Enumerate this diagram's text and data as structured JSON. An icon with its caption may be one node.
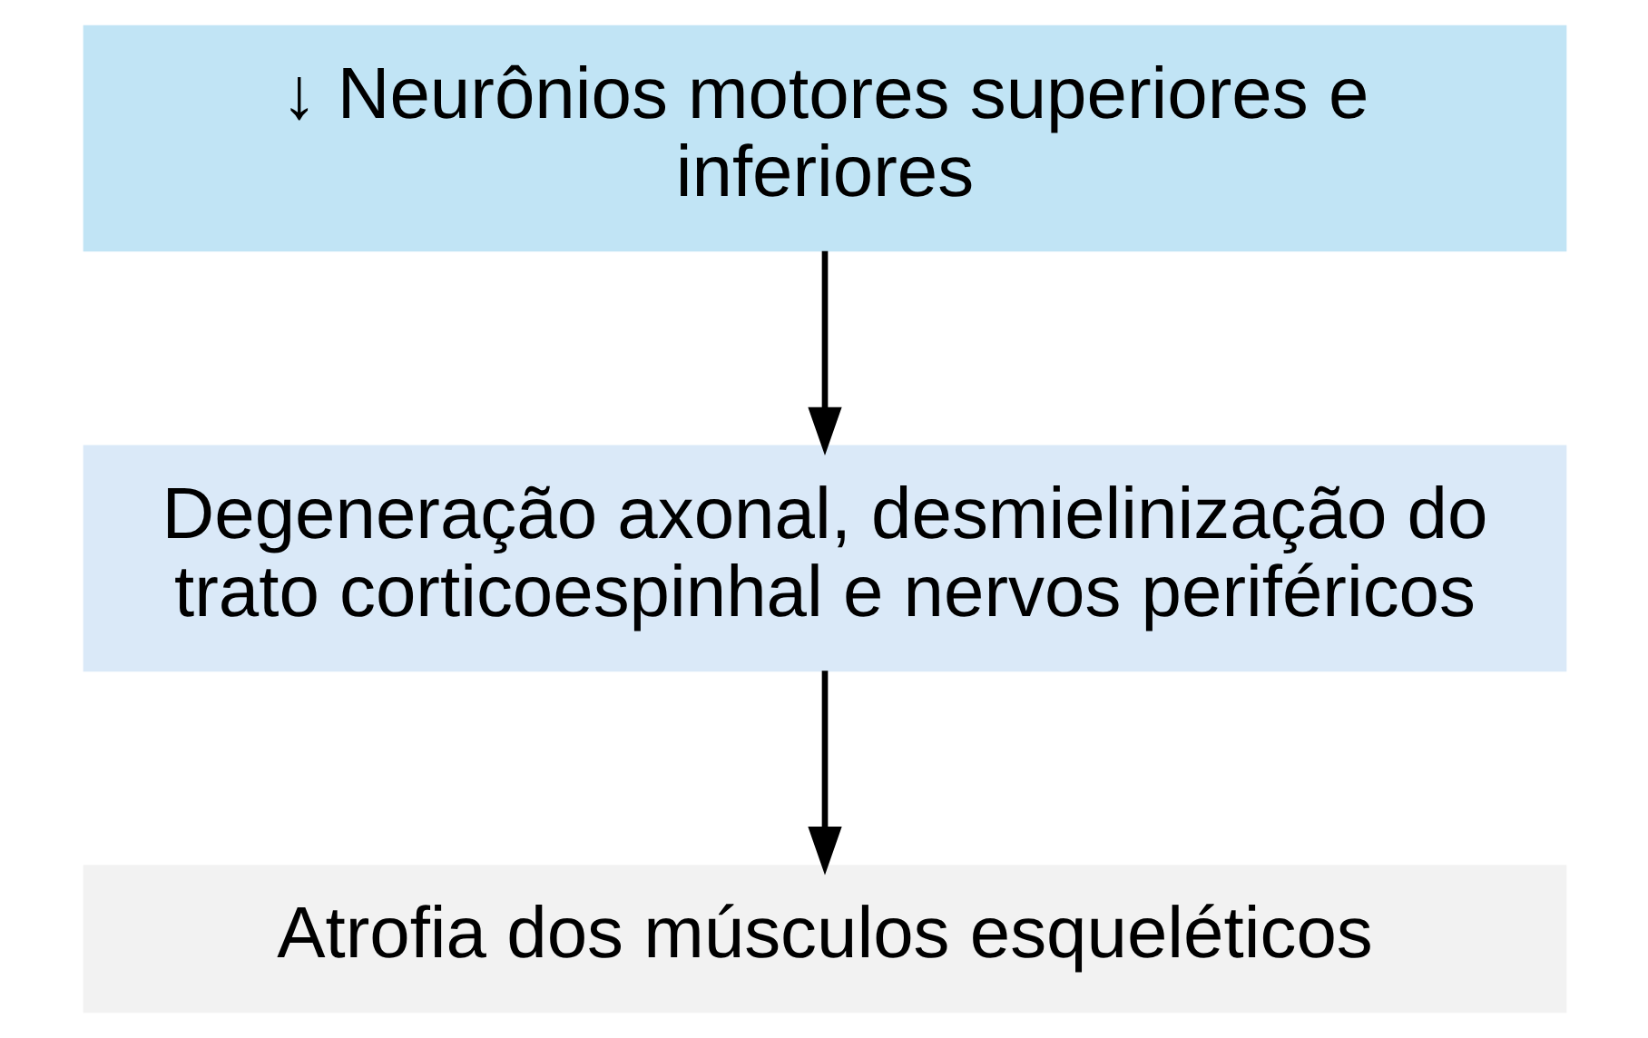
{
  "diagram": {
    "nodes": [
      {
        "text": [
          "↓ Neurônios motores superiores e inferiores"
        ]
      },
      {
        "text": [
          "Degeneração axonal, desmielinização do trato corticoespinhal e nervos periféricos"
        ]
      },
      {
        "text": [
          "Atrofia dos músculos esqueléticos"
        ]
      }
    ],
    "edges": [
      {
        "from": 0,
        "to": 1,
        "arrow": "to"
      },
      {
        "from": 1,
        "to": 2,
        "arrow": "to"
      }
    ]
  }
}
